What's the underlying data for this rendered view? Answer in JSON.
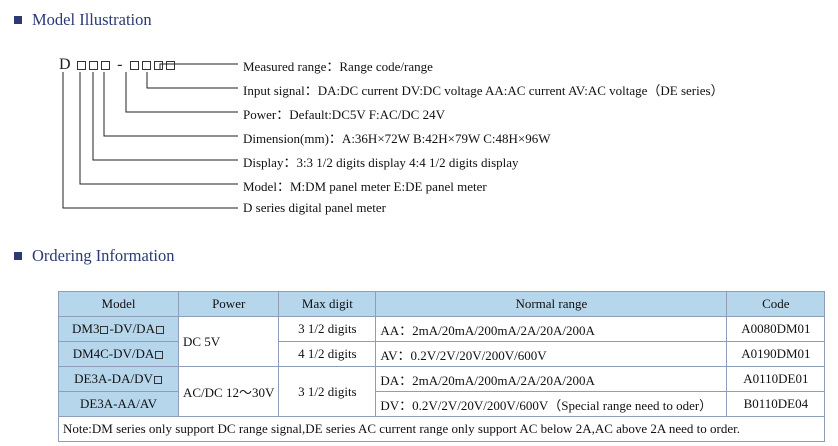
{
  "illustration": {
    "title": "Model Illustration",
    "code_prefix": "D",
    "code_dash": "-",
    "lines": [
      "Measured range：Range code/range",
      "Input signal：DA:DC current  DV:DC voltage  AA:AC current  AV:AC voltage（DE series）",
      "Power：Default:DC5V  F:AC/DC 24V",
      "Dimension(mm)：A:36H×72W  B:42H×79W  C:48H×96W",
      "Display：3:3 1/2 digits display  4:4 1/2 digits display",
      "Model：M:DM panel meter  E:DE panel meter",
      "D series digital panel meter"
    ]
  },
  "ordering": {
    "title": "Ordering Information",
    "headers": [
      "Model",
      "Power",
      "Max digit",
      "Normal range",
      "Code"
    ],
    "rows": [
      {
        "model_a": "DM3",
        "model_b": "-DV/DA",
        "power": "DC 5V",
        "digit": "3 1/2 digits",
        "range": "AA：2mA/20mA/200mA/2A/20A/200A",
        "code": "A0080DM01"
      },
      {
        "model_a": "DM4C-DV/DA",
        "model_b": "",
        "digit": "4 1/2 digits",
        "range": "AV：0.2V/2V/20V/200V/600V",
        "code": "A0190DM01"
      },
      {
        "model_a": "DE3A-DA/DV",
        "model_b": "",
        "power": "AC/DC 12～30V",
        "digit": "3 1/2 digits",
        "range": "DA：2mA/20mA/200mA/2A/20A/200A",
        "code": "A0110DE01"
      },
      {
        "model_a": "DE3A-AA/AV",
        "model_b": "",
        "range": "DV：0.2V/2V/20V/200V/600V（Special range need to oder）",
        "code": "B0110DE04"
      }
    ],
    "note": "Note:DM series only support DC range signal,DE series AC current range only support AC below 2A,AC above 2A need to order."
  },
  "colors": {
    "title": "#2c3a73",
    "header_bg": "#b6d6ec",
    "border": "#8f9db8"
  }
}
